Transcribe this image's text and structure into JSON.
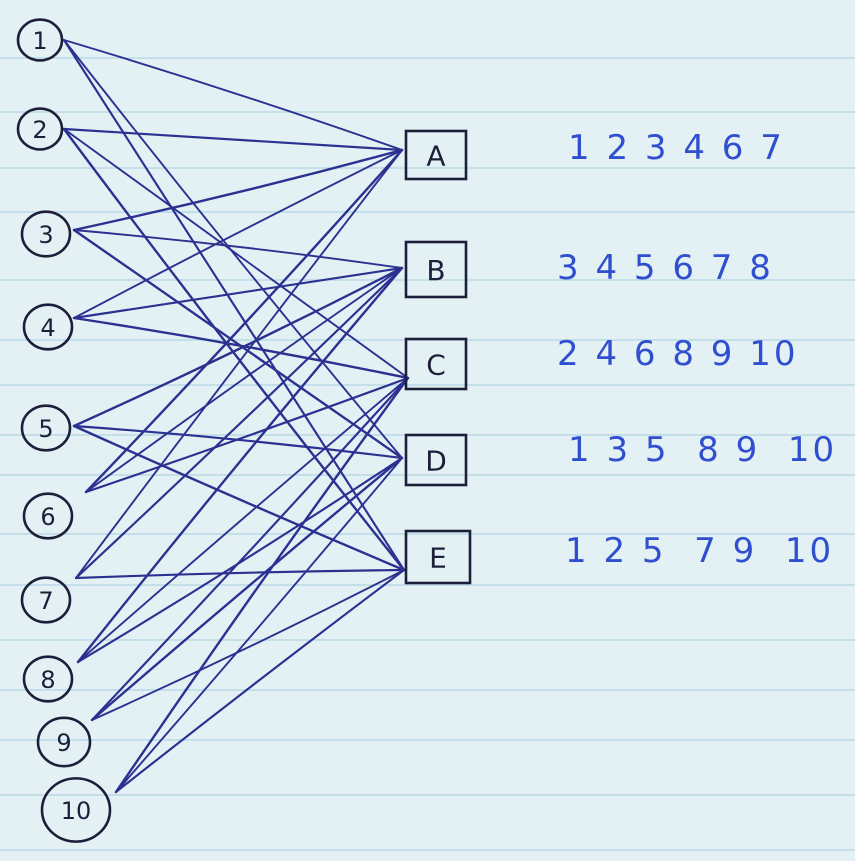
{
  "colors": {
    "background": "#e4f1f4",
    "rule_line": "#b9d9e6",
    "node_ink": "#1d1f3a",
    "edge_ink": "#2b3191",
    "list_ink": "#2f4fd0"
  },
  "left_nodes": [
    {
      "id": 1,
      "label": "1"
    },
    {
      "id": 2,
      "label": "2"
    },
    {
      "id": 3,
      "label": "3"
    },
    {
      "id": 4,
      "label": "4"
    },
    {
      "id": 5,
      "label": "5"
    },
    {
      "id": 6,
      "label": "6"
    },
    {
      "id": 7,
      "label": "7"
    },
    {
      "id": 8,
      "label": "8"
    },
    {
      "id": 9,
      "label": "9"
    },
    {
      "id": 10,
      "label": "10"
    }
  ],
  "right_nodes": [
    {
      "id": "A",
      "label": "A",
      "list_text": "1 2 3 4 6 7",
      "connects": [
        1,
        2,
        3,
        4,
        6,
        7
      ]
    },
    {
      "id": "B",
      "label": "B",
      "list_text": "3 4 5 6 7 8",
      "connects": [
        3,
        4,
        5,
        6,
        7,
        8
      ]
    },
    {
      "id": "C",
      "label": "C",
      "list_text": "2 4 6 8 9 10",
      "connects": [
        2,
        4,
        6,
        8,
        9,
        10
      ]
    },
    {
      "id": "D",
      "label": "D",
      "list_text": "1 3 5  8 9  10",
      "connects": [
        1,
        3,
        5,
        8,
        9,
        10
      ]
    },
    {
      "id": "E",
      "label": "E",
      "list_text": "1 2 5  7 9  10",
      "connects": [
        1,
        2,
        5,
        7,
        9,
        10
      ]
    }
  ]
}
